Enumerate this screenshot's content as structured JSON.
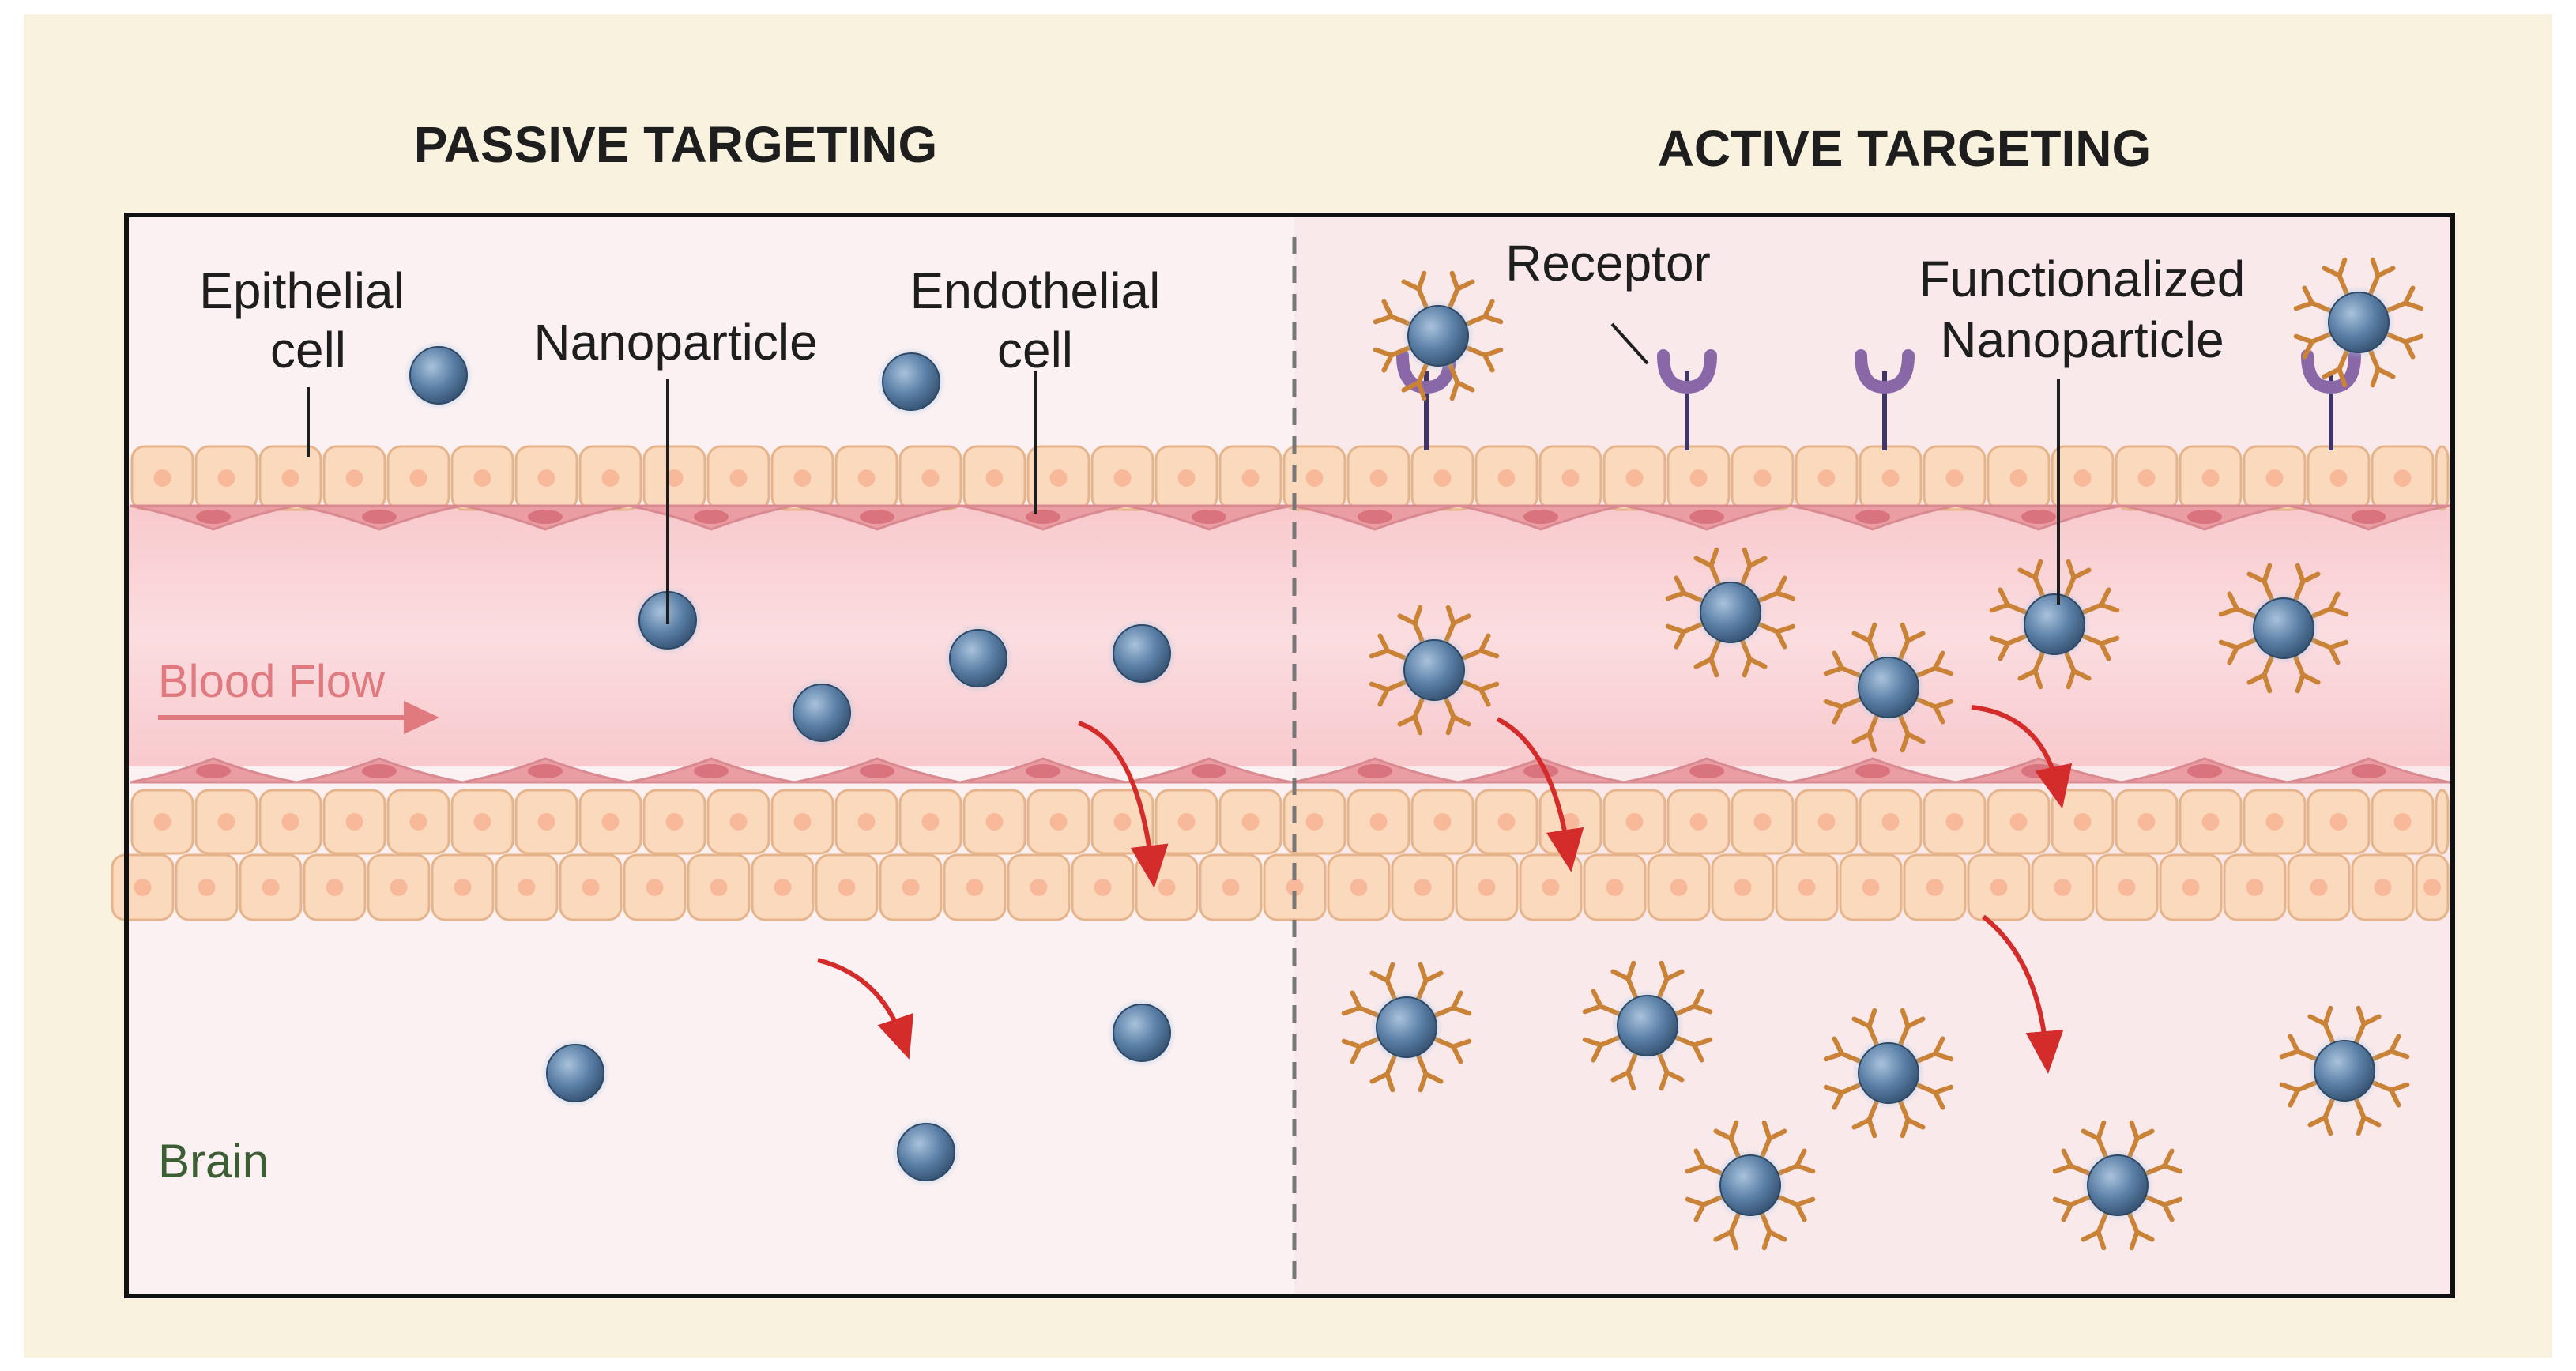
{
  "panels": {
    "passive_title": "PASSIVE TARGETING",
    "active_title": "ACTIVE TARGETING"
  },
  "labels": {
    "epithelial_line1": "Epithelial",
    "epithelial_line2": "cell",
    "nanoparticle": "Nanoparticle",
    "endothelial_line1": "Endothelial",
    "endothelial_line2": "cell",
    "receptor": "Receptor",
    "functionalized_line1": "Functionalized",
    "functionalized_line2": "Nanoparticle",
    "blood_flow": "Blood Flow",
    "brain": "Brain"
  },
  "colors": {
    "background": "#f8f2df",
    "frame": "#111111",
    "passive_tissue": "#fbf1f2",
    "active_tissue": "#f9e9eb",
    "vessel_lumen": "#f9d6d9",
    "cell_fill": "#fbd9bd",
    "cell_stroke": "#e6b48b",
    "cell_nucleus": "#f7b99a",
    "endothelial_fill": "#ea9da3",
    "endothelial_nucleus": "#d9737d",
    "nanoparticle": "#5a7fa6",
    "antibody": "#c98236",
    "receptor": "#8a68a8",
    "arrow": "#d42b2b",
    "blood_flow": "#e07a7f",
    "brain_text": "#3c5e34"
  },
  "icons": [
    "nanoparticle-icon",
    "functionalized-nanoparticle-icon",
    "receptor-icon",
    "transport-arrow-icon",
    "blood-flow-arrow-icon"
  ]
}
